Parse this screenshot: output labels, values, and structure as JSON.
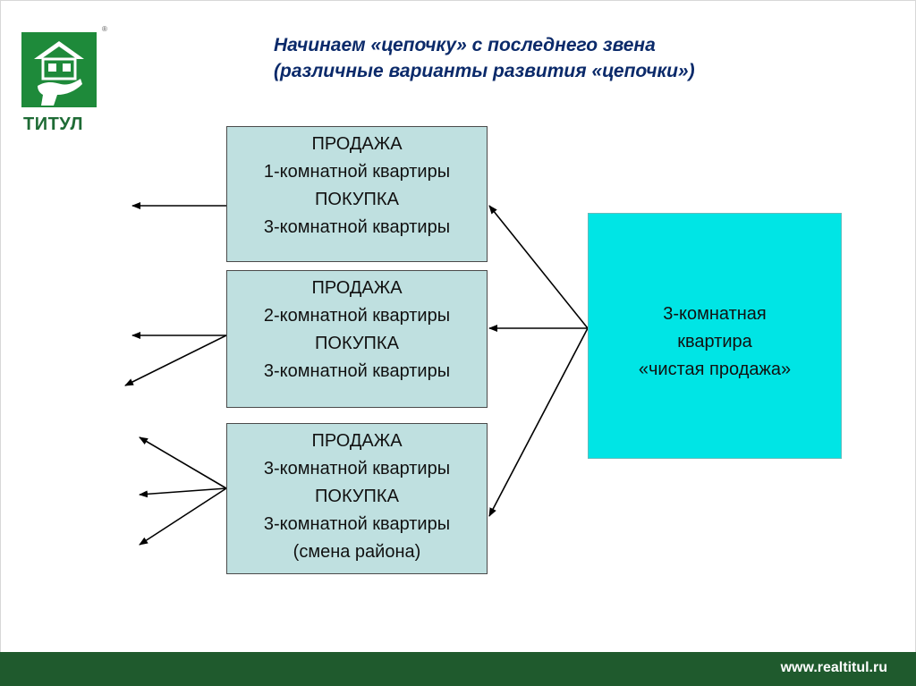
{
  "logo": {
    "registered_mark": "®",
    "brand_text": "ТИТУЛ",
    "icon": "house-on-hand-icon",
    "color": "#1e8a3a"
  },
  "title": {
    "line1": "Начинаем «цепочку» с последнего звена",
    "line2": "(различные варианты развития «цепочки»)"
  },
  "boxes": [
    {
      "lines": [
        "ПРОДАЖА",
        "1-комнатной квартиры",
        "ПОКУПКА",
        "3-комнатной квартиры"
      ]
    },
    {
      "lines": [
        "ПРОДАЖА",
        "2-комнатной квартиры",
        "ПОКУПКА",
        "3-комнатной квартиры"
      ]
    },
    {
      "lines": [
        "ПРОДАЖА",
        "3-комнатной квартиры",
        "ПОКУПКА",
        "3-комнатной квартиры",
        "(смена района)"
      ]
    }
  ],
  "target": {
    "lines": [
      "3-комнатная",
      "квартира",
      "«чистая продажа»"
    ],
    "color": "#00e5e5"
  },
  "footer": {
    "url": "www.realtitul.ru",
    "color": "#1f5a2d"
  }
}
